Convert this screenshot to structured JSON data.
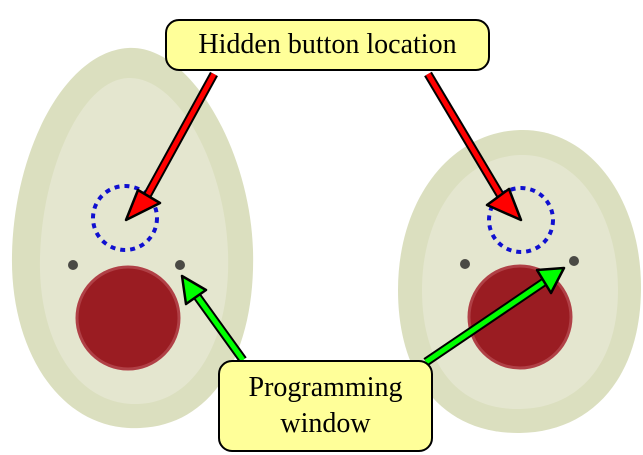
{
  "labels": {
    "hidden_button": "Hidden button location",
    "programming_window_line1": "Programming",
    "programming_window_line2": "window"
  },
  "colors": {
    "device_outer": "#dbdfbf",
    "device_inner": "#e4e6cf",
    "button": "#9a1c22",
    "button_rim": "#b04046",
    "window_dot": "#4a4a45",
    "dotted_circle": "#1010d0",
    "arrow_red": "#ff0000",
    "arrow_green": "#00ff00",
    "arrow_outline": "#000000",
    "callout_fill": "#ffff99"
  },
  "icons": {
    "hidden_button_marker": "dotted-circle-icon",
    "programming_window": "dot-icon"
  }
}
